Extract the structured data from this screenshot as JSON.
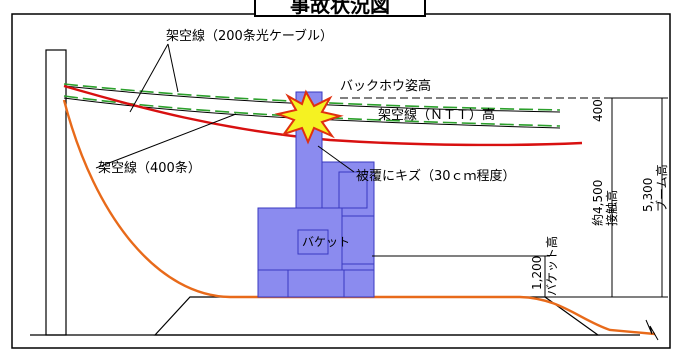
{
  "title": "事故状況図",
  "labels": {
    "fiber_cable": "架空線（200条光ケーブル）",
    "backhoe_height": "バックホウ姿高",
    "ntt_line": "架空線（ＮＴＴ）高",
    "cable_400": "架空線（400条）",
    "damage": "被覆にキズ（30ｃｍ程度）",
    "bucket": "バケット",
    "bucket_height": "バケット高",
    "contact_height": "接触高",
    "boom_height": "ブーム高"
  },
  "dimensions": {
    "gap": "400",
    "contact": "約4,500",
    "boom": "5,300",
    "bucket": "1,200"
  },
  "colors": {
    "orange_cable": "#e86a1a",
    "red_cable": "#d81010",
    "green_line": "#2ca02c",
    "machine": "#8b8bef",
    "machine_stroke": "#3a3ac0",
    "star_fill": "#f5f222",
    "star_stroke": "#e03010"
  }
}
